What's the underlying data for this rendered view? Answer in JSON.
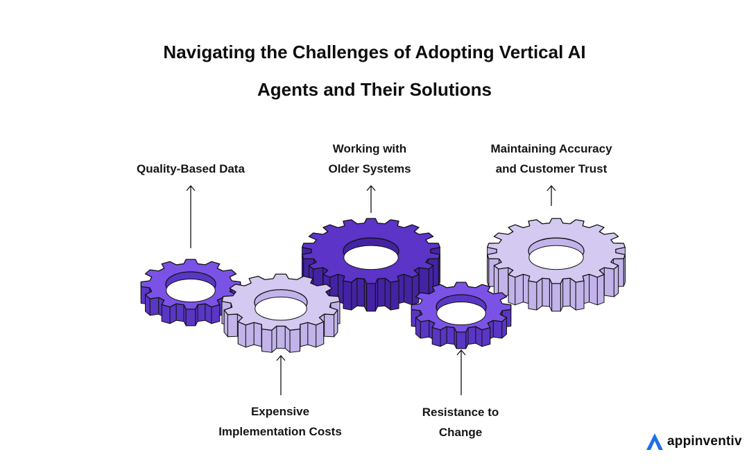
{
  "title": {
    "line1": "Navigating the Challenges of Adopting Vertical AI",
    "line2": "Agents and Their Solutions"
  },
  "challenges": [
    {
      "line1": "Quality-Based Data",
      "line2": ""
    },
    {
      "line1": "Working with",
      "line2": "Older Systems"
    },
    {
      "line1": "Maintaining Accuracy",
      "line2": "and Customer Trust"
    },
    {
      "line1": "Expensive",
      "line2": "Implementation Costs"
    },
    {
      "line1": "Resistance to",
      "line2": "Change"
    }
  ],
  "colors": {
    "purple": "#7b52e6",
    "purple_side": "#5a36c4",
    "dark_purple": "#5c34c8",
    "dark_purple_side": "#4423a3",
    "lavender": "#d4c9f1",
    "lavender_side": "#c2b4ea",
    "outline": "#111111",
    "logo_blue": "#1f6fe8"
  },
  "logo": {
    "text": "appinventiv",
    "icon": "appinventiv-logo-icon"
  }
}
